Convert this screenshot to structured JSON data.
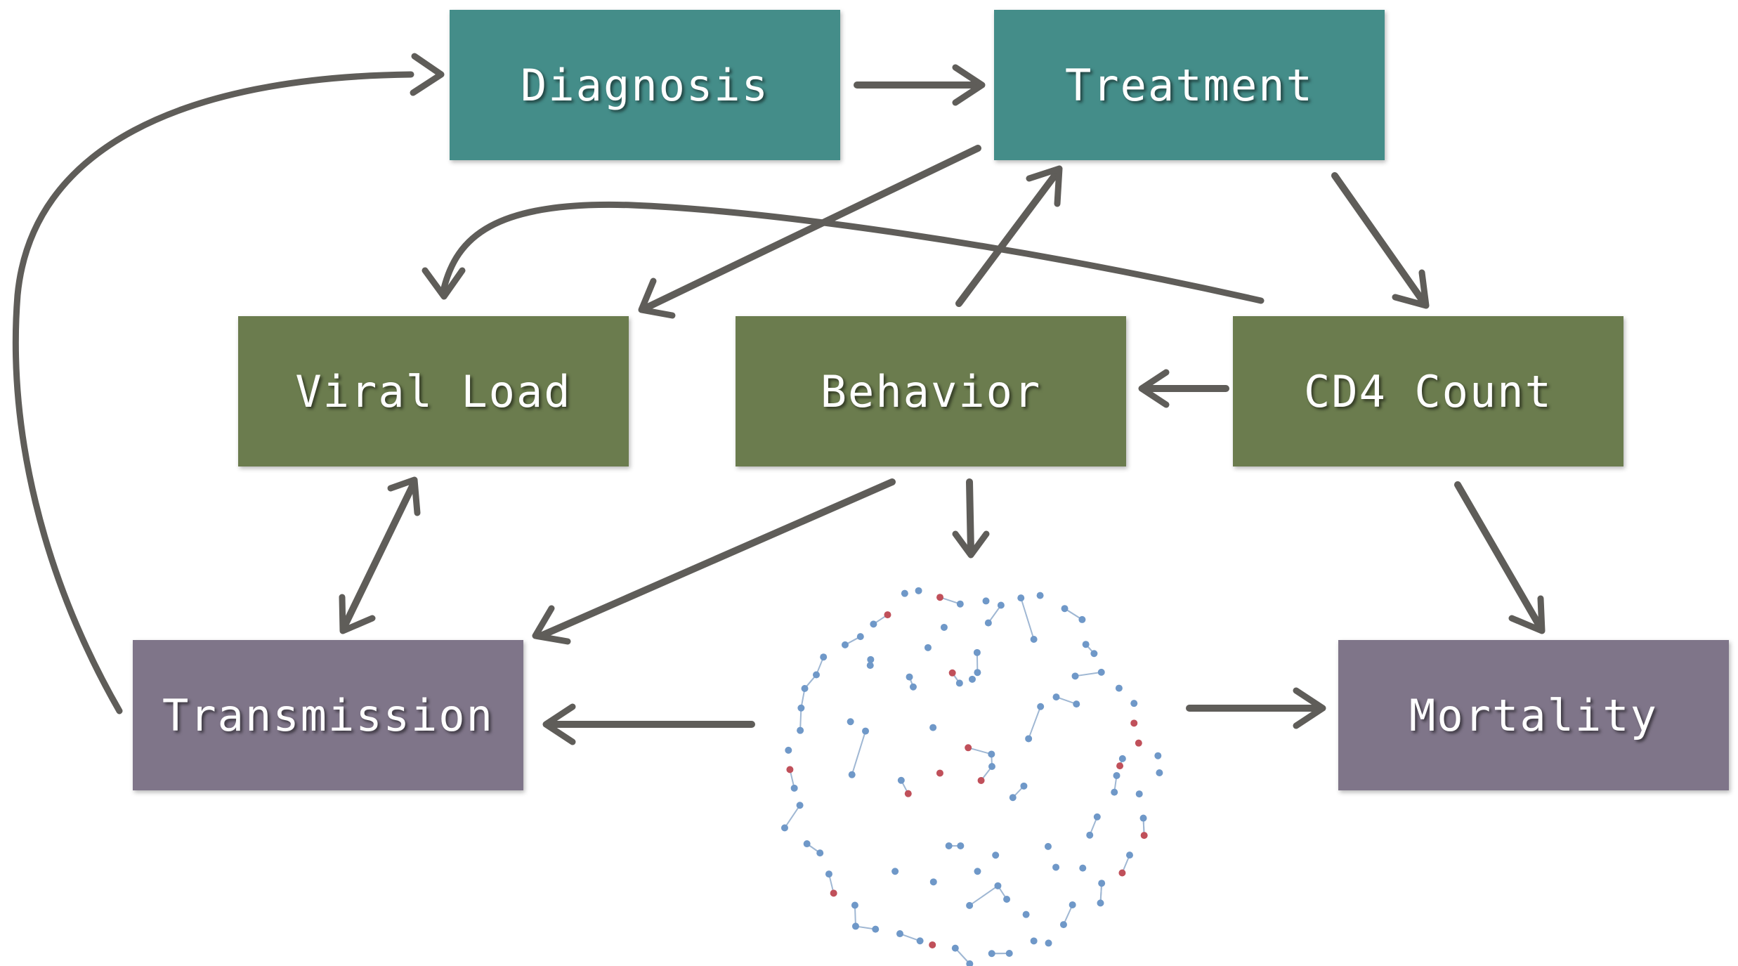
{
  "nodes": {
    "diagnosis": "Diagnosis",
    "treatment": "Treatment",
    "viral_load": "Viral Load",
    "behavior": "Behavior",
    "cd4_count": "CD4 Count",
    "transmission": "Transmission",
    "mortality": "Mortality"
  },
  "colors": {
    "teal": "#448d89",
    "olive": "#6b7c4e",
    "mauve": "#7f7589",
    "arrow": "#5f5d59",
    "network_node": "#6f98c8",
    "network_node_infected": "#c0505a",
    "network_edge": "#9fb7d3"
  },
  "edges": [
    {
      "from": "Diagnosis",
      "to": "Treatment"
    },
    {
      "from": "Treatment",
      "to": "Viral Load"
    },
    {
      "from": "Treatment",
      "to": "CD4 Count"
    },
    {
      "from": "Behavior",
      "to": "Treatment"
    },
    {
      "from": "CD4 Count",
      "to": "Viral Load"
    },
    {
      "from": "CD4 Count",
      "to": "Behavior"
    },
    {
      "from": "CD4 Count",
      "to": "Mortality"
    },
    {
      "from": "Viral Load",
      "to": "Transmission",
      "bidirectional": true
    },
    {
      "from": "Behavior",
      "to": "Transmission"
    },
    {
      "from": "Behavior",
      "to": "Network"
    },
    {
      "from": "Network",
      "to": "Transmission"
    },
    {
      "from": "Network",
      "to": "Mortality"
    },
    {
      "from": "Transmission",
      "to": "Diagnosis"
    }
  ]
}
